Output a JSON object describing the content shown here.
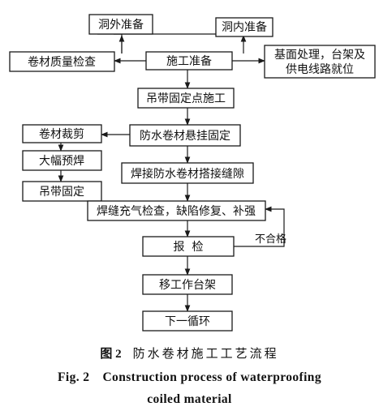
{
  "nodes": {
    "outside_prep": "洞外准备",
    "inside_prep": "洞内准备",
    "quality_check": "卷材质量检查",
    "construction_prep": "施工准备",
    "base_treatment_line1": "基面处理，台架及",
    "base_treatment_line2": "供电线路就位",
    "hanging_points": "吊带固定点施工",
    "cutting": "卷材裁剪",
    "hanging_fix": "防水卷材悬挂固定",
    "wide_prewelding": "大幅预焊",
    "welding_seam": "焊接防水卷材搭接缝隙",
    "strap_fixing": "吊带固定",
    "inflation_check": "焊缝充气检查，缺陷修复、补强",
    "inspection": "报  检",
    "move_frame": "移工作台架",
    "next_cycle": "下一循环"
  },
  "edge_labels": {
    "unqualified": "不合格"
  },
  "caption": {
    "zh_fig": "图 2",
    "zh_title": "防水卷材施工工艺流程",
    "en_fig": "Fig. 2",
    "en_title_line1": "Construction process of waterproofing",
    "en_title_line2": "coiled material"
  }
}
